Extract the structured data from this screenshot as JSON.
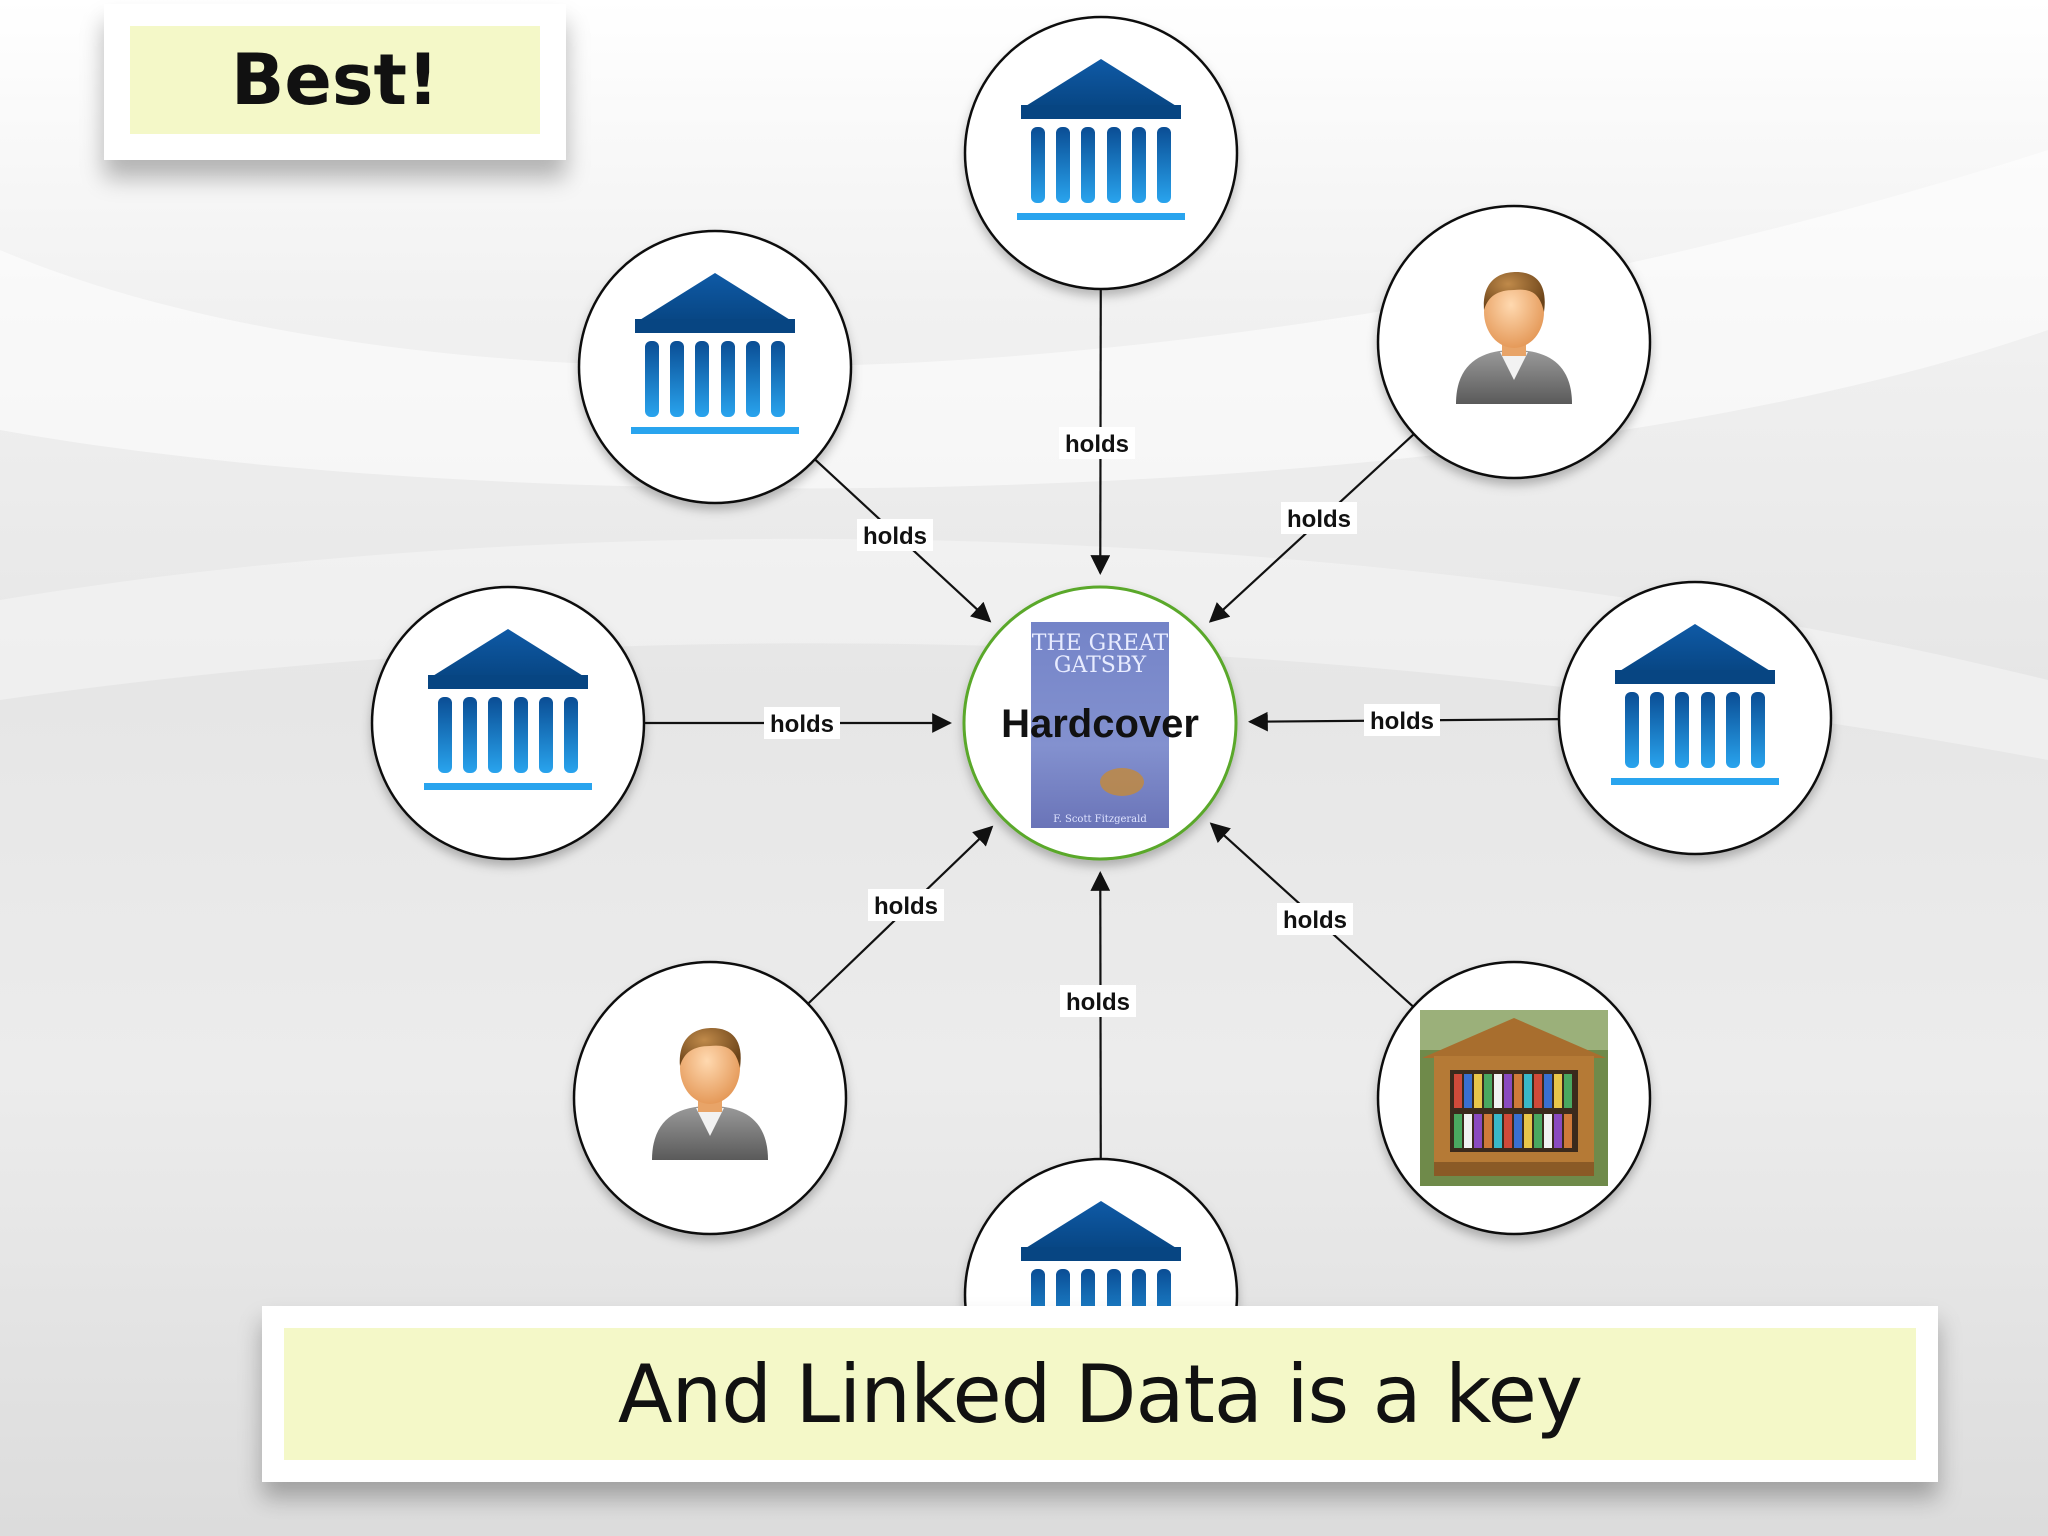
{
  "slide": {
    "title": "Best!",
    "caption": "And Linked Data is a key"
  },
  "diagram": {
    "center": {
      "label": "Hardcover",
      "cover_title": "The Great Gatsby",
      "cover_author": "F. Scott Fitzgerald",
      "icon": "book-cover-image",
      "border_color": "#5aa82a"
    },
    "edge_label": "holds",
    "nodes": [
      {
        "name": "library-top",
        "type": "library"
      },
      {
        "name": "person-top-right",
        "type": "person"
      },
      {
        "name": "library-right",
        "type": "library"
      },
      {
        "name": "little-free-library-bottom-right",
        "type": "little-free-library"
      },
      {
        "name": "library-bottom",
        "type": "library"
      },
      {
        "name": "person-bottom-left",
        "type": "person"
      },
      {
        "name": "library-left",
        "type": "library"
      },
      {
        "name": "library-top-left",
        "type": "library"
      }
    ],
    "colors": {
      "library_dark": "#0a4d94",
      "library_light": "#29a4ee"
    }
  }
}
